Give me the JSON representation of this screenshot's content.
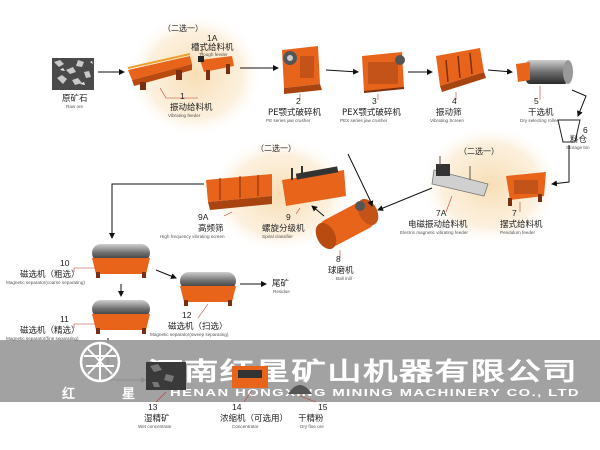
{
  "option_tag": "（二选一）",
  "equipment": [
    {
      "id": "raw",
      "num": "",
      "zh": "原矿石",
      "en": "Raw ore"
    },
    {
      "id": "1A",
      "num": "1A",
      "zh": "槽式给料机",
      "en": "Trough feeder"
    },
    {
      "id": "1",
      "num": "1",
      "zh": "振动给料机",
      "en": "Vibrating feeder"
    },
    {
      "id": "2",
      "num": "2",
      "zh": "PE颚式破碎机",
      "en": "PE series jaw crusher"
    },
    {
      "id": "3",
      "num": "3",
      "zh": "PEX颚式破碎机",
      "en": "PEX series jaw crusher"
    },
    {
      "id": "4",
      "num": "4",
      "zh": "振动筛",
      "en": "Vibrating Screen"
    },
    {
      "id": "5",
      "num": "5",
      "zh": "干选机",
      "en": "Dry selecting roller"
    },
    {
      "id": "6",
      "num": "6",
      "zh": "料仓",
      "en": "Storage bin"
    },
    {
      "id": "7",
      "num": "7",
      "zh": "摆式给料机",
      "en": "Pendulum feeder"
    },
    {
      "id": "7A",
      "num": "7A",
      "zh": "电磁振动给料机",
      "en": "Electric magnetic vibrating feeder"
    },
    {
      "id": "8",
      "num": "8",
      "zh": "球磨机",
      "en": "Ball mill"
    },
    {
      "id": "9",
      "num": "9",
      "zh": "螺旋分级机",
      "en": "Spiral classifier"
    },
    {
      "id": "9A",
      "num": "9A",
      "zh": "高频筛",
      "en": "High frequency vibrating screen"
    },
    {
      "id": "10",
      "num": "10",
      "zh": "磁选机（粗选）",
      "en": "Magnetic separator(coarse separating)"
    },
    {
      "id": "11",
      "num": "11",
      "zh": "磁选机（精选）",
      "en": "Magnetic separator(fine separating)"
    },
    {
      "id": "12",
      "num": "12",
      "zh": "磁选机（扫选）",
      "en": "Magnetic separator(sweep separating)"
    },
    {
      "id": "res",
      "num": "",
      "zh": "尾矿",
      "en": "Residue"
    },
    {
      "id": "13",
      "num": "13",
      "zh": "湿精矿",
      "en": "Wet concentrate"
    },
    {
      "id": "14",
      "num": "14",
      "zh": "浓缩机（可选用）",
      "en": "Concentrator"
    },
    {
      "id": "15",
      "num": "15",
      "zh": "干精粉",
      "en": "Dry fine ore"
    }
  ],
  "banner": {
    "company_zh": "河南红星矿山机器有限公司",
    "company_en": "HENAN HONGXING MINING MACHINERY CO., LTD",
    "logo_left": "红",
    "logo_right": "星"
  },
  "colors": {
    "machine": "#e8641b",
    "accent": "#f0a030",
    "banner_bg": "#9a9a9a",
    "leader": "#c0392b",
    "highlight": "#f6dfb8"
  }
}
